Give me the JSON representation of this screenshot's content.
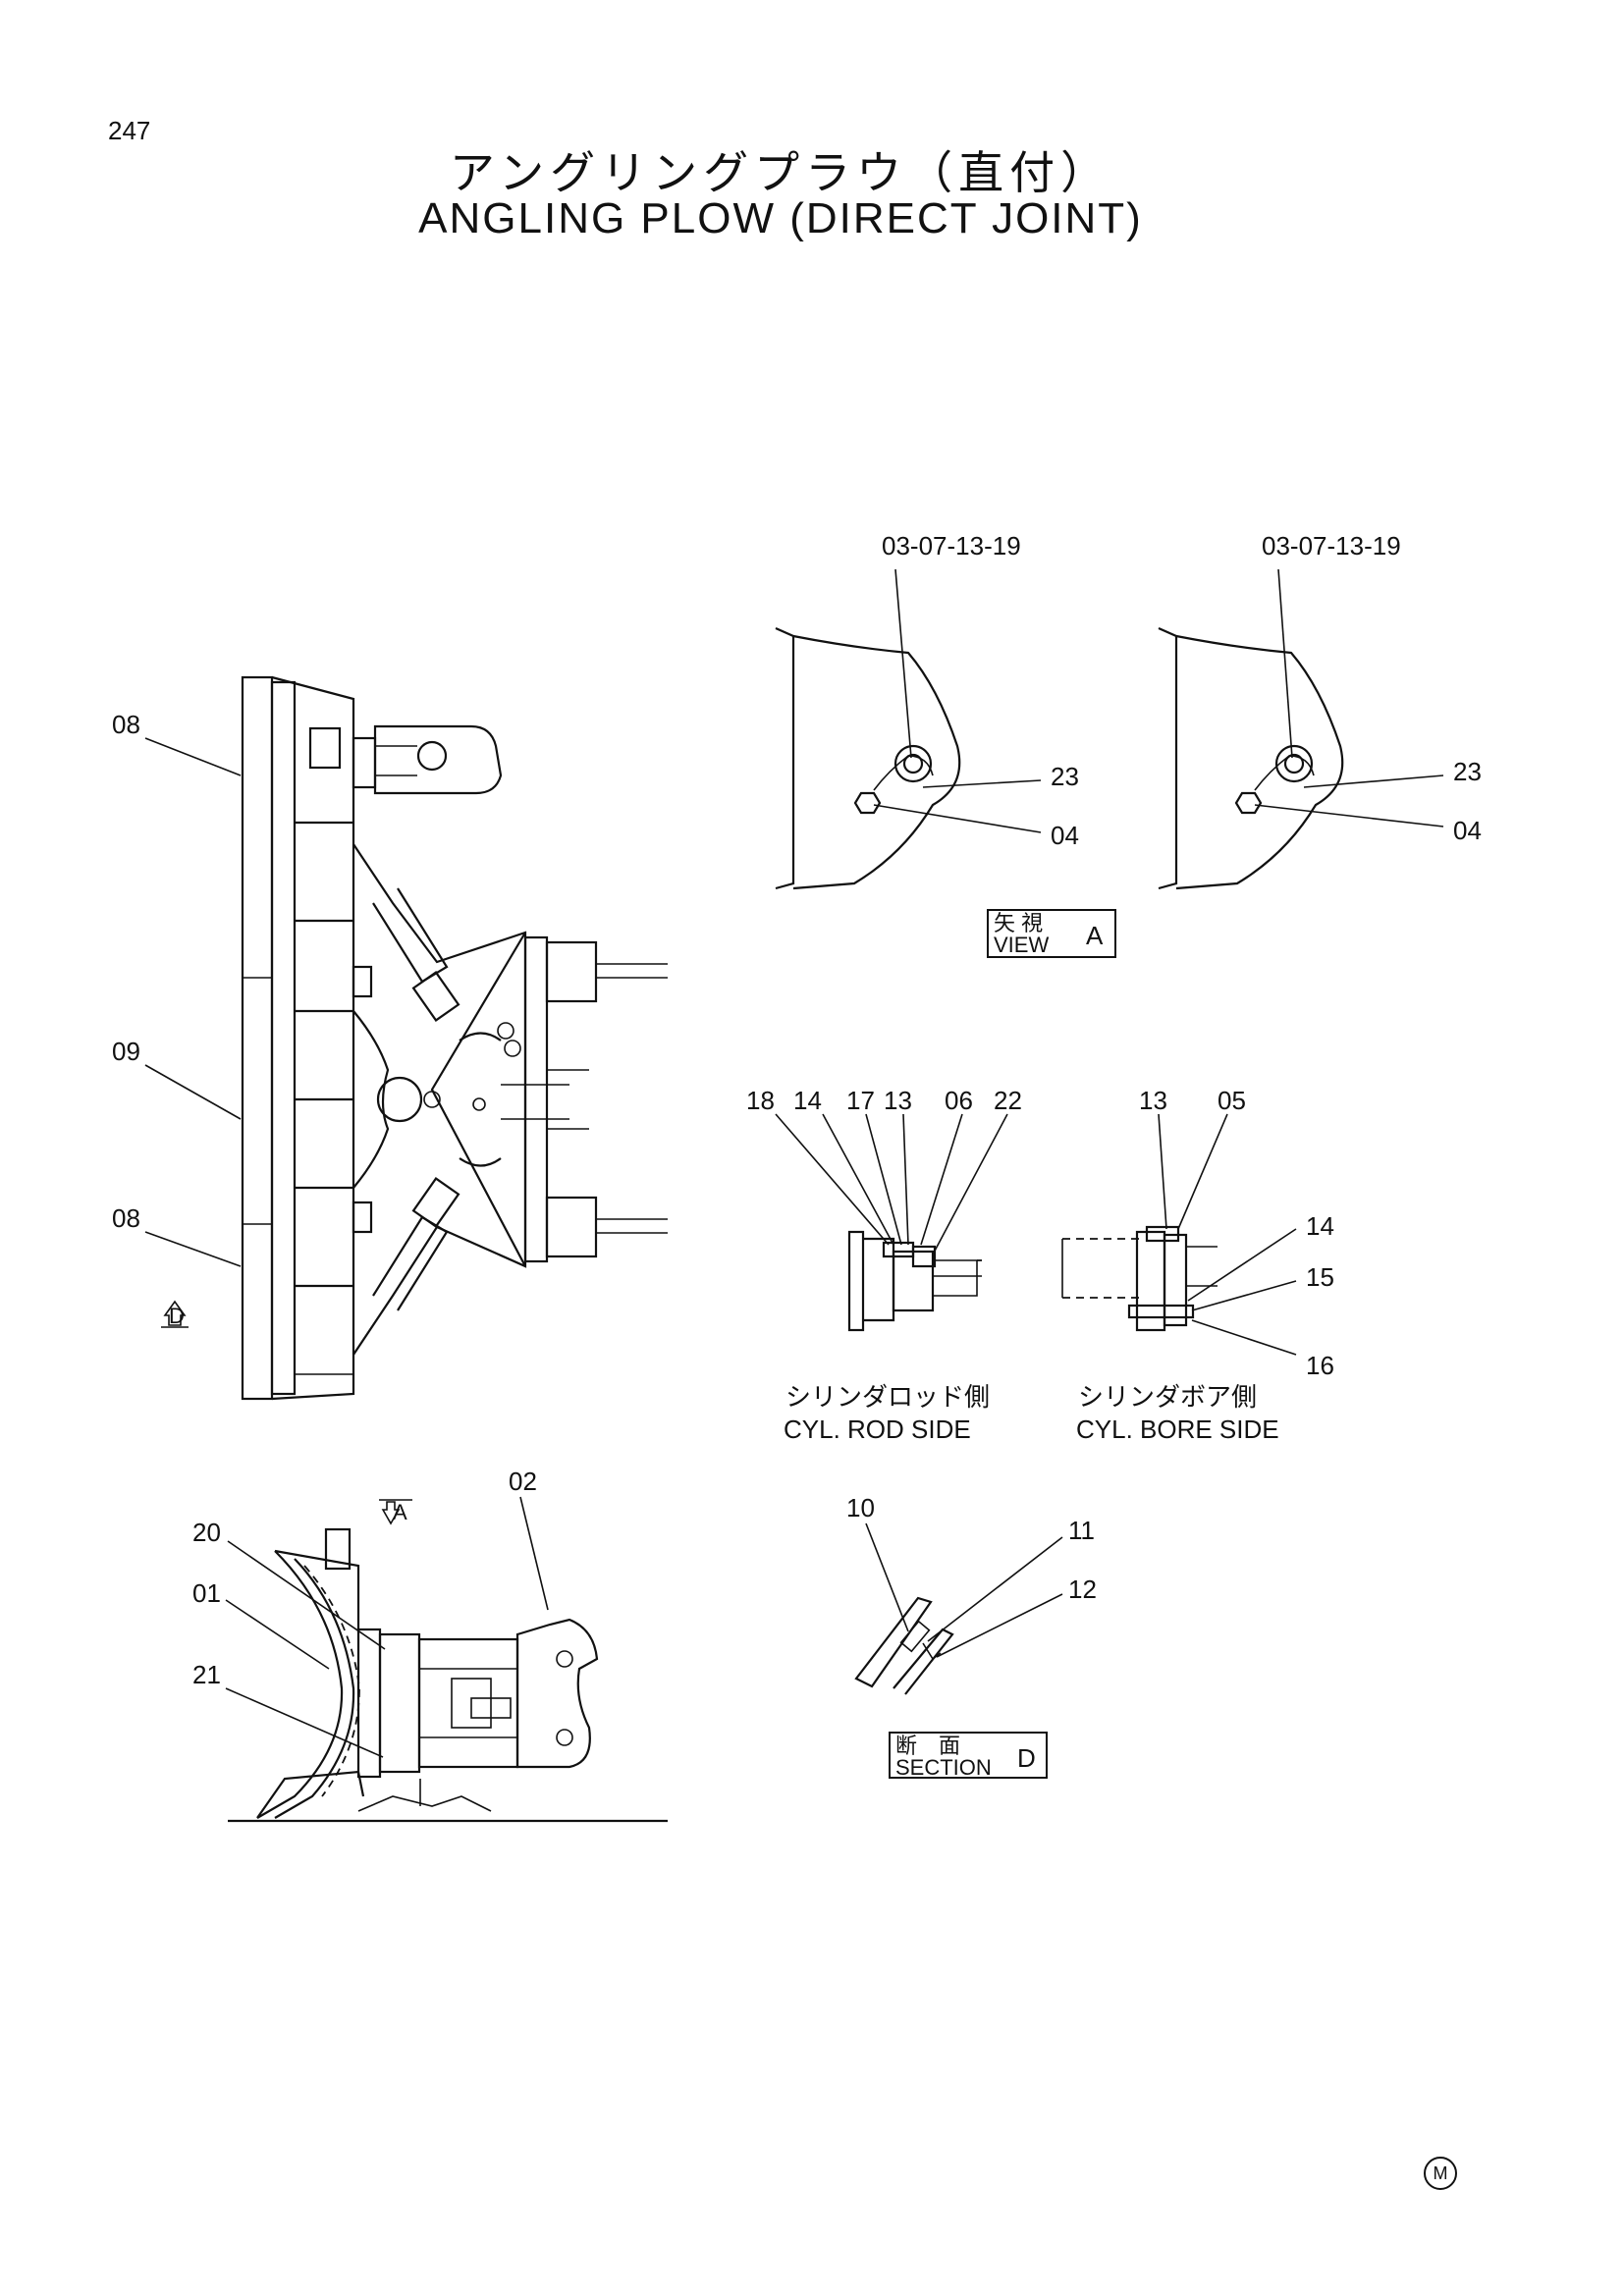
{
  "page_number": "247",
  "title_jp": "アングリングプラウ（直付）",
  "title_en": "ANGLING PLOW (DIRECT JOINT)",
  "view_a": {
    "label_jp": "矢 視",
    "label_en": "VIEW",
    "letter": "A"
  },
  "section_d": {
    "label_jp": "断　面",
    "label_en": "SECTION",
    "letter": "D"
  },
  "reference_left": "03-07-13-19",
  "reference_right": "03-07-13-19",
  "rod_side": {
    "jp": "シリンダロッド側",
    "en": "CYL. ROD SIDE"
  },
  "bore_side": {
    "jp": "シリンダボア側",
    "en": "CYL. BORE SIDE"
  },
  "arrow_d": "D",
  "arrow_a": "A",
  "parts": {
    "p01": "01",
    "p02": "02",
    "p04a": "04",
    "p04b": "04",
    "p05": "05",
    "p06": "06",
    "p08a": "08",
    "p08b": "08",
    "p09": "09",
    "p10": "10",
    "p11": "11",
    "p12": "12",
    "p13a": "13",
    "p13b": "13",
    "p14a": "14",
    "p14b": "14",
    "p15": "15",
    "p16": "16",
    "p17": "17",
    "p18": "18",
    "p20": "20",
    "p21": "21",
    "p22": "22",
    "p23a": "23",
    "p23b": "23"
  },
  "corner_mark": "M"
}
